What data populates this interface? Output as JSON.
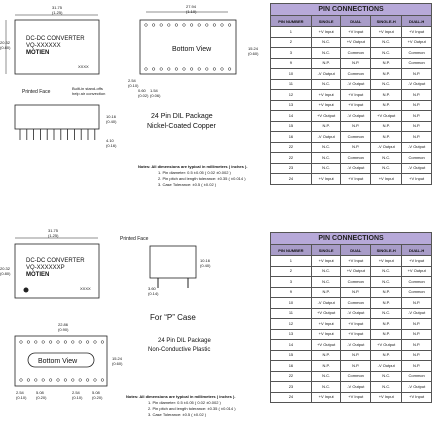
{
  "top": {
    "package_title": "24 Pin DIL Package",
    "package_subtitle": "Nickel-Coated Copper",
    "module_line1": "DC-DC CONVERTER",
    "module_line2": "VQ-XXXXXX",
    "brand": "MOTIEN",
    "code": "XXXX",
    "bottom_view": "Bottom View",
    "printed_face": "Printed Face",
    "standoff_note": "Built-in stand-offs\nhelp air convection",
    "dims": {
      "width": "31.75\n(1.25)",
      "height": "20.32\n(0.80)",
      "depth": "10.16\n(0.40)",
      "lead": "4.10\n(0.16)",
      "pitch": "2.54\n(0.10)",
      "bv_width": "27.94\n(1.10)",
      "bv_height": "15.24\n(0.60)",
      "bv_left": "2.54\n(0.10)",
      "bv_a": "0.60\n(0.02)",
      "bv_b": "1.54\n(0.06)",
      "gap": "0.60\n(0.02)"
    },
    "notes_title": "Notes: All dimensions are typical in millimeters ( inches ).",
    "notes": [
      "1. Pin diameter: 0.5 ±0.05 ( 0.02 ±0.002 )",
      "2. Pin pitch and length tolerance: ±0.35 ( ±0.014 )",
      "3. Case Tolerance: ±0.5 ( ±0.02 )"
    ]
  },
  "bottom": {
    "for_p_case": "For “P” Case",
    "package_title": "24 Pin DIL Package",
    "package_subtitle": "Non-Conductive Plastic",
    "module_line1": "DC-DC CONVERTER",
    "module_line2": "VQ-XXXXXXP",
    "brand": "MOTIEN",
    "code": "XXXX",
    "bottom_view": "Bottom  View",
    "printed_face": "Printed Face",
    "dims": {
      "width": "31.75\n(1.25)",
      "height": "20.32\n(0.80)",
      "depth": "10.16\n(0.40)",
      "lead": "3.60\n(0.14)",
      "bv_width": "22.86\n(0.90)",
      "bv_height": "15.24\n(0.60)",
      "bv_a": "2.54\n(0.10)",
      "bv_b": "5.08\n(0.20)",
      "bv_c": "2.54\n(0.10)",
      "bv_d": "5.08\n(0.20)"
    },
    "notes_title": "Notes: All dimensions are typical in millimeters ( inches ).",
    "notes": [
      "1. Pin diameter: 0.5 ±0.05 ( 0.02 ±0.002 )",
      "2. Pin pitch and length tolerance: ±0.35 ( ±0.014 )",
      "3. Case Tolerance: ±0.5 ( ±0.02 )"
    ]
  },
  "table1": {
    "title": "PIN CONNECTIONS",
    "headers": [
      "PIN NUMBER",
      "SINGLE",
      "DUAL",
      "SINGLE-H",
      "DUAL-H"
    ],
    "rows": [
      [
        "1",
        "+V Input",
        "+V Input",
        "+V Input",
        "+V Input"
      ],
      [
        "2",
        "N.C.",
        "+V Output",
        "N.C.",
        "+V Output"
      ],
      [
        "3",
        "N.C.",
        "Common",
        "N.C.",
        "Common"
      ],
      [
        "9",
        "N.P.",
        "N.P.",
        "N.P.",
        "Common"
      ],
      [
        "10",
        "-V Output",
        "Common",
        "N.P.",
        "N.P."
      ],
      [
        "11",
        "N.C.",
        "-V Output",
        "N.C.",
        "-V Output"
      ],
      [
        "12",
        "+V Input",
        "+V Input",
        "N.P.",
        "N.P."
      ],
      [
        "13",
        "+V Input",
        "+V Input",
        "N.P.",
        "N.P."
      ],
      [
        "14",
        "+V Output",
        "-V Output",
        "+V Output",
        "N.P."
      ],
      [
        "15",
        "N.P.",
        "N.P.",
        "N.P.",
        "N.P."
      ],
      [
        "16",
        "-V Output",
        "Common",
        "N.P.",
        "N.P."
      ],
      [
        "22",
        "N.C.",
        "N.P.",
        "-V Output",
        "-V Output"
      ],
      [
        "22",
        "N.C.",
        "Common",
        "N.C.",
        "Common"
      ],
      [
        "23",
        "N.C.",
        "-V Output",
        "N.C.",
        "-V Output"
      ],
      [
        "24",
        "+V Input",
        "+V Input",
        "+V Input",
        "+V Input"
      ]
    ]
  },
  "table2": {
    "title": "PIN CONNECTIONS",
    "headers": [
      "PIN NUMBER",
      "SINGLE",
      "DUAL",
      "SINGLE-H",
      "DUAL-H"
    ],
    "rows": [
      [
        "1",
        "+V Input",
        "+V Input",
        "+V Input",
        "+V Input"
      ],
      [
        "2",
        "N.C.",
        "+V Output",
        "N.C.",
        "+V Output"
      ],
      [
        "3",
        "N.C.",
        "Common",
        "N.C.",
        "Common"
      ],
      [
        "9",
        "N.P.",
        "N.P.",
        "N.P.",
        "Common"
      ],
      [
        "10",
        "-V Output",
        "Common",
        "N.P.",
        "N.P."
      ],
      [
        "11",
        "+V Output",
        "-V Output",
        "N.C.",
        "-V Output"
      ],
      [
        "12",
        "+V Input",
        "+V Input",
        "N.P.",
        "N.P."
      ],
      [
        "13",
        "+V Input",
        "+V Input",
        "N.P.",
        "N.P."
      ],
      [
        "14",
        "+V Output",
        "-V Output",
        "+V Output",
        "N.P."
      ],
      [
        "15",
        "N.P.",
        "N.P.",
        "N.P.",
        "N.P."
      ],
      [
        "16",
        "N.P.",
        "N.P.",
        "-V Output",
        "N.P."
      ],
      [
        "22",
        "N.C.",
        "Common",
        "N.C.",
        "Common"
      ],
      [
        "23",
        "N.C.",
        "-V Output",
        "N.C.",
        "-V Output"
      ],
      [
        "24",
        "+V Input",
        "+V Input",
        "+V Input",
        "+V Input"
      ]
    ]
  }
}
